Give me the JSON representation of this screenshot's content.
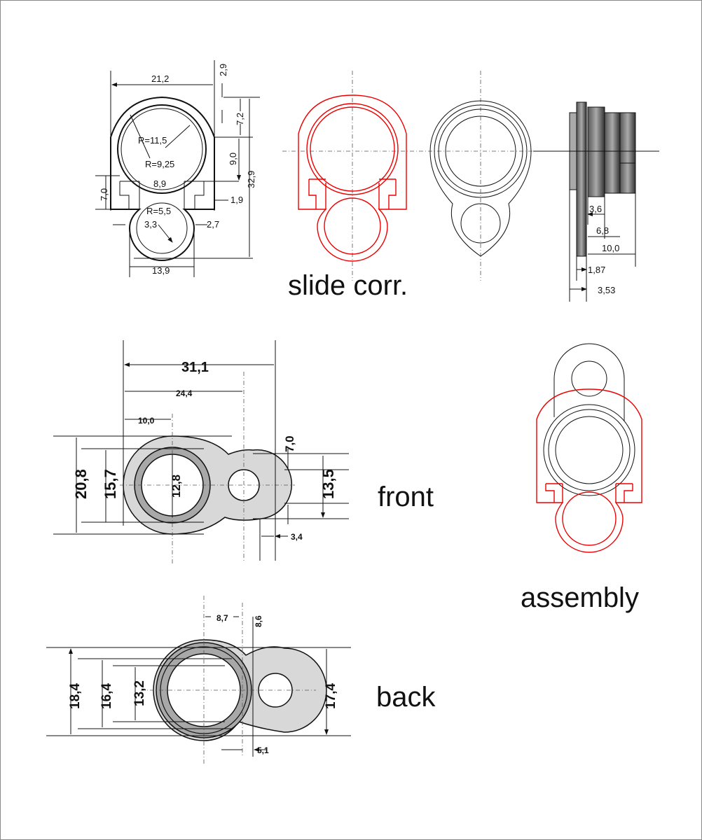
{
  "labels": {
    "slide": "slide corr.",
    "front": "front",
    "assembly": "assembly",
    "back": "back"
  },
  "profile_dims": [
    "21,2",
    "2,9",
    "7,2",
    "9,0",
    "32,9",
    "R=11,5",
    "R=9,25",
    "8,9",
    "7,0",
    "1,9",
    "R=5,5",
    "3,3",
    "2,7",
    "13,9"
  ],
  "side_dims": [
    "3,6",
    "6,8",
    "10,0",
    "1,87",
    "3,53"
  ],
  "front_dims": [
    "31,1",
    "24,4",
    "10,0",
    "7,0",
    "20,8",
    "15,7",
    "12,8",
    "13,5",
    "3,4"
  ],
  "back_dims": [
    "8,7",
    "8,6",
    "18,4",
    "16,4",
    "13,2",
    "17,4",
    "5,1"
  ],
  "colors": {
    "outline": "#111111",
    "correction": "#e00000",
    "fill": "#d8d8d8",
    "ring": "#a8a8a8"
  }
}
